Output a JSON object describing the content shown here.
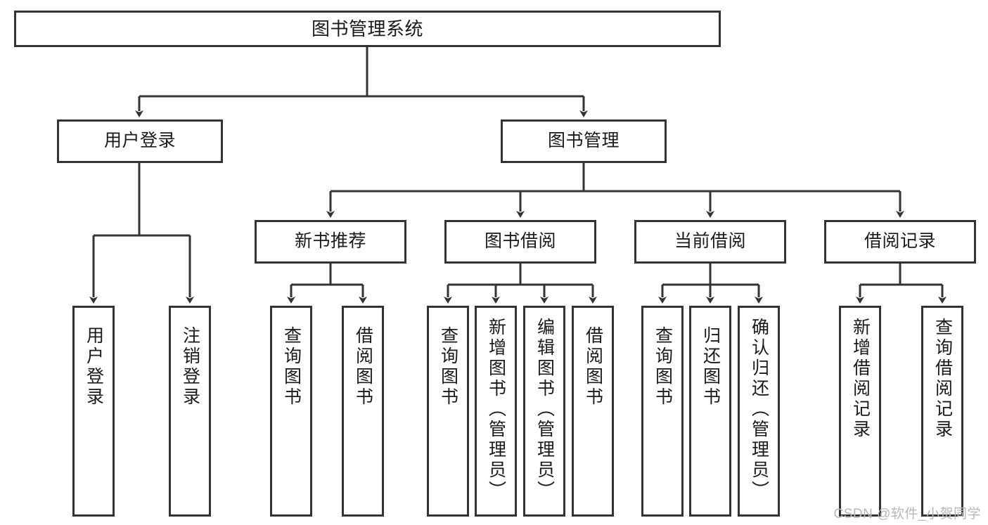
{
  "diagram": {
    "title": "图书管理系统",
    "type": "tree-hierarchy",
    "root": {
      "id": "root",
      "label": "图书管理系统",
      "orientation": "horizontal"
    },
    "level2": [
      {
        "id": "user-login",
        "label": "用户登录",
        "orientation": "horizontal"
      },
      {
        "id": "book-management",
        "label": "图书管理",
        "orientation": "horizontal"
      }
    ],
    "level3": [
      {
        "id": "new-book-recommend",
        "label": "新书推荐",
        "orientation": "horizontal",
        "parent": "book-management"
      },
      {
        "id": "book-borrow",
        "label": "图书借阅",
        "orientation": "horizontal",
        "parent": "book-management"
      },
      {
        "id": "current-borrow",
        "label": "当前借阅",
        "orientation": "horizontal",
        "parent": "book-management"
      },
      {
        "id": "borrow-record",
        "label": "借阅记录",
        "orientation": "horizontal",
        "parent": "book-management"
      }
    ],
    "leaves": [
      {
        "id": "leaf-user-login",
        "label": "用户登录",
        "parent": "user-login"
      },
      {
        "id": "leaf-user-logout",
        "label": "注销登录",
        "parent": "user-login"
      },
      {
        "id": "leaf-query-book-rec",
        "label": "查询图书",
        "parent": "new-book-recommend"
      },
      {
        "id": "leaf-borrow-book-rec",
        "label": "借阅图书",
        "parent": "new-book-recommend"
      },
      {
        "id": "leaf-query-book-bor",
        "label": "查询图书",
        "parent": "book-borrow"
      },
      {
        "id": "leaf-add-book",
        "label": "新增图书（管理员）",
        "parent": "book-borrow"
      },
      {
        "id": "leaf-edit-book",
        "label": "编辑图书（管理员）",
        "parent": "book-borrow"
      },
      {
        "id": "leaf-borrow-book",
        "label": "借阅图书",
        "parent": "book-borrow"
      },
      {
        "id": "leaf-query-book-cur",
        "label": "查询图书",
        "parent": "current-borrow"
      },
      {
        "id": "leaf-return-book",
        "label": "归还图书",
        "parent": "current-borrow"
      },
      {
        "id": "leaf-confirm-return",
        "label": "确认归还（管理员）",
        "parent": "current-borrow"
      },
      {
        "id": "leaf-add-record",
        "label": "新增借阅记录",
        "parent": "borrow-record"
      },
      {
        "id": "leaf-query-record",
        "label": "查询借阅记录",
        "parent": "borrow-record"
      }
    ],
    "watermark": "CSDN @软件_小贺同学",
    "colors": {
      "border": "#333333",
      "background": "#ffffff",
      "text": "#1a1a1a",
      "watermark": "#b9b9b9"
    }
  }
}
